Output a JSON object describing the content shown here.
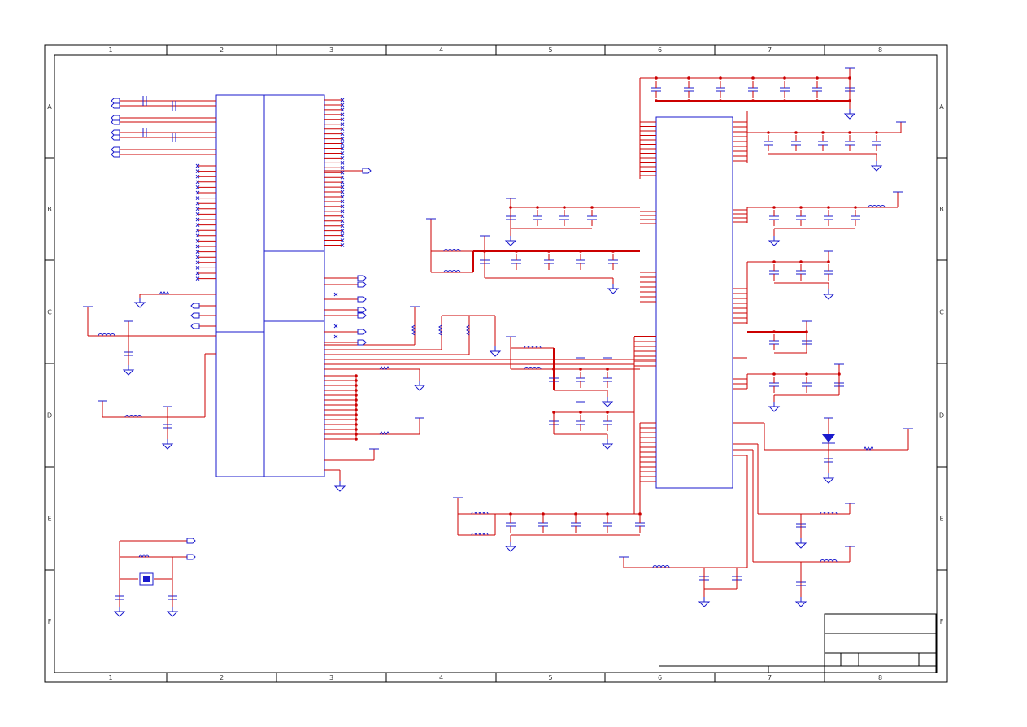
{
  "sheet": {
    "columns": [
      "1",
      "2",
      "3",
      "4",
      "5",
      "6",
      "7",
      "8"
    ],
    "rows": [
      "A",
      "B",
      "C",
      "D",
      "E",
      "F"
    ]
  },
  "colors": {
    "wire": "#cc0000",
    "symbol": "#1a1acc",
    "frame": "#000000"
  },
  "icons": [
    "ground-symbol",
    "power-symbol",
    "capacitor-symbol",
    "inductor-symbol",
    "resistor-symbol",
    "offpage-connector",
    "no-connect-mark",
    "crystal-symbol",
    "diode-symbol",
    "ic-block"
  ]
}
